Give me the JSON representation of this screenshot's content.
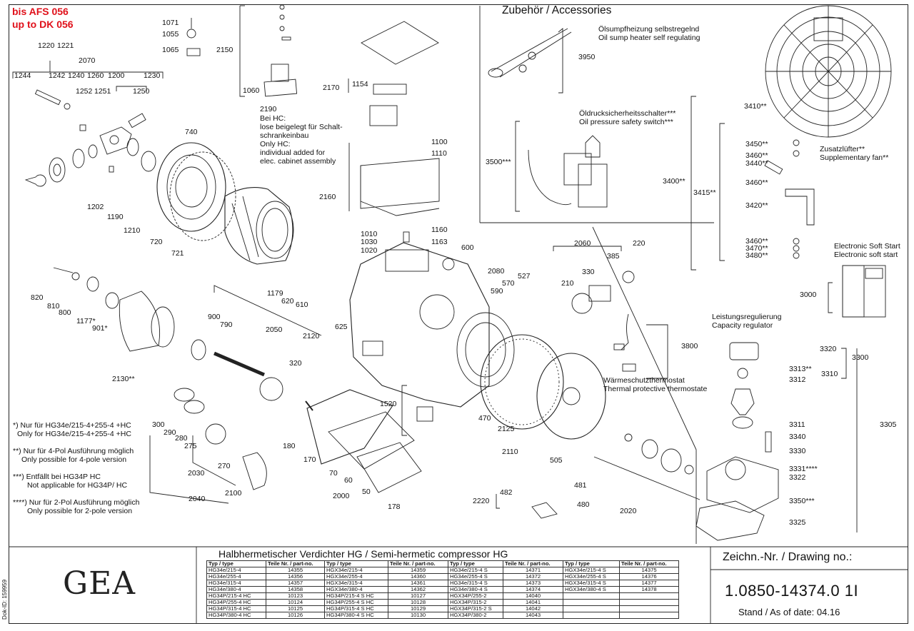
{
  "header": {
    "model_line1": "bis AFS 056",
    "model_line2": "up to DK 056",
    "accessories_title": "Zubehör / Accessories"
  },
  "colors": {
    "accent_red": "#e0101a",
    "line": "#222222"
  },
  "part_labels": [
    {
      "id": "l1071",
      "text": "1071"
    },
    {
      "id": "l1055",
      "text": "1055"
    },
    {
      "id": "l1065",
      "text": "1065"
    },
    {
      "id": "l2150",
      "text": "2150"
    },
    {
      "id": "l1060",
      "text": "1060"
    },
    {
      "id": "l2170",
      "text": "2170"
    },
    {
      "id": "l1154",
      "text": "1154"
    },
    {
      "id": "l2190",
      "text": "2190"
    },
    {
      "id": "l1100",
      "text": "1100"
    },
    {
      "id": "l1110",
      "text": "1110"
    },
    {
      "id": "l2160",
      "text": "2160"
    },
    {
      "id": "l1220",
      "text": "1220"
    },
    {
      "id": "l1221",
      "text": "1221"
    },
    {
      "id": "l2070",
      "text": "2070"
    },
    {
      "id": "l1244",
      "text": "1244"
    },
    {
      "id": "l1242",
      "text": "1242"
    },
    {
      "id": "l1240",
      "text": "1240"
    },
    {
      "id": "l1260",
      "text": "1260"
    },
    {
      "id": "l1200",
      "text": "1200"
    },
    {
      "id": "l1230",
      "text": "1230"
    },
    {
      "id": "l1252",
      "text": "1252"
    },
    {
      "id": "l1251",
      "text": "1251"
    },
    {
      "id": "l1250",
      "text": "1250"
    },
    {
      "id": "l740",
      "text": "740"
    },
    {
      "id": "l1202",
      "text": "1202"
    },
    {
      "id": "l1190",
      "text": "1190"
    },
    {
      "id": "l1210",
      "text": "1210"
    },
    {
      "id": "l720",
      "text": "720"
    },
    {
      "id": "l721",
      "text": "721"
    },
    {
      "id": "l1010",
      "text": "1010"
    },
    {
      "id": "l1030",
      "text": "1030"
    },
    {
      "id": "l1020",
      "text": "1020"
    },
    {
      "id": "l1160",
      "text": "1160"
    },
    {
      "id": "l1163",
      "text": "1163"
    },
    {
      "id": "l600",
      "text": "600"
    },
    {
      "id": "l820",
      "text": "820"
    },
    {
      "id": "l810",
      "text": "810"
    },
    {
      "id": "l800",
      "text": "800"
    },
    {
      "id": "l1177",
      "text": "1177*"
    },
    {
      "id": "l901",
      "text": "901*"
    },
    {
      "id": "l1179",
      "text": "1179"
    },
    {
      "id": "l620",
      "text": "620"
    },
    {
      "id": "l610",
      "text": "610"
    },
    {
      "id": "l2120",
      "text": "2120"
    },
    {
      "id": "l625",
      "text": "625"
    },
    {
      "id": "l900",
      "text": "900"
    },
    {
      "id": "l790",
      "text": "790"
    },
    {
      "id": "l2050",
      "text": "2050"
    },
    {
      "id": "l320",
      "text": "320"
    },
    {
      "id": "l2130",
      "text": "2130**"
    },
    {
      "id": "l2080",
      "text": "2080"
    },
    {
      "id": "l570",
      "text": "570"
    },
    {
      "id": "l527",
      "text": "527"
    },
    {
      "id": "l590",
      "text": "590"
    },
    {
      "id": "l2060",
      "text": "2060"
    },
    {
      "id": "l220",
      "text": "220"
    },
    {
      "id": "l385",
      "text": "385"
    },
    {
      "id": "l330",
      "text": "330"
    },
    {
      "id": "l210",
      "text": "210"
    },
    {
      "id": "l300",
      "text": "300"
    },
    {
      "id": "l290",
      "text": "290"
    },
    {
      "id": "l280",
      "text": "280"
    },
    {
      "id": "l275",
      "text": "275"
    },
    {
      "id": "l180",
      "text": "180"
    },
    {
      "id": "l170",
      "text": "170"
    },
    {
      "id": "l1520",
      "text": "1520"
    },
    {
      "id": "l470",
      "text": "470"
    },
    {
      "id": "l2125",
      "text": "2125"
    },
    {
      "id": "l2110",
      "text": "2110"
    },
    {
      "id": "l505",
      "text": "505"
    },
    {
      "id": "l2030",
      "text": "2030"
    },
    {
      "id": "l270",
      "text": "270"
    },
    {
      "id": "l70",
      "text": "70"
    },
    {
      "id": "l60",
      "text": "60"
    },
    {
      "id": "l2000",
      "text": "2000"
    },
    {
      "id": "l50",
      "text": "50"
    },
    {
      "id": "l2040",
      "text": "2040"
    },
    {
      "id": "l2100",
      "text": "2100"
    },
    {
      "id": "l178",
      "text": "178"
    },
    {
      "id": "l482",
      "text": "482"
    },
    {
      "id": "l2220",
      "text": "2220"
    },
    {
      "id": "l481",
      "text": "481"
    },
    {
      "id": "l480",
      "text": "480"
    },
    {
      "id": "l2020",
      "text": "2020"
    },
    {
      "id": "l3950",
      "text": "3950"
    },
    {
      "id": "l3500",
      "text": "3500***"
    },
    {
      "id": "l3410",
      "text": "3410**"
    },
    {
      "id": "l3450",
      "text": "3450**"
    },
    {
      "id": "l3460a",
      "text": "3460**"
    },
    {
      "id": "l3440",
      "text": "3440**"
    },
    {
      "id": "l3400",
      "text": "3400**"
    },
    {
      "id": "l3415",
      "text": "3415**"
    },
    {
      "id": "l3460b",
      "text": "3460**"
    },
    {
      "id": "l3420",
      "text": "3420**"
    },
    {
      "id": "l3460c",
      "text": "3460**"
    },
    {
      "id": "l3470",
      "text": "3470**"
    },
    {
      "id": "l3480",
      "text": "3480**"
    },
    {
      "id": "l3000",
      "text": "3000"
    },
    {
      "id": "l3800",
      "text": "3800"
    },
    {
      "id": "l3320",
      "text": "3320"
    },
    {
      "id": "l3300",
      "text": "3300"
    },
    {
      "id": "l3313",
      "text": "3313**"
    },
    {
      "id": "l3310",
      "text": "3310"
    },
    {
      "id": "l3312",
      "text": "3312"
    },
    {
      "id": "l3305",
      "text": "3305"
    },
    {
      "id": "l3311",
      "text": "3311"
    },
    {
      "id": "l3340",
      "text": "3340"
    },
    {
      "id": "l3330",
      "text": "3330"
    },
    {
      "id": "l3331",
      "text": "3331****"
    },
    {
      "id": "l3322",
      "text": "3322"
    },
    {
      "id": "l3350",
      "text": "3350***"
    },
    {
      "id": "l3325",
      "text": "3325"
    }
  ],
  "captions": {
    "hc_line1": "Bei HC:",
    "hc_line2": "lose beigelegt für Schalt-",
    "hc_line3": "schrankeinbau",
    "hc_line4": "Only HC:",
    "hc_line5": "individual added for",
    "hc_line6": "elec. cabinet assembly",
    "heater_de": "Ölsumpfheizung selbstregelnd",
    "heater_en": "Oil sump heater self regulating",
    "oilswitch_de": "Öldrucksicherheitsschalter***",
    "oilswitch_en": "Oil pressure safety switch***",
    "fan_de": "Zusatzlüfter**",
    "fan_en": "Supplementary fan**",
    "softstart_de": "Electronic Soft Start",
    "softstart_en": "Electronic soft start",
    "capacity_de": "Leistungsregulierung",
    "capacity_en": "Capacity regulator",
    "thermo_de": "Wärmeschutzthermostat",
    "thermo_en": "Thermal protective thermostate"
  },
  "footnotes": [
    {
      "de": "*) Nur für HG34e/215-4+255-4 +HC",
      "en": "Only for HG34e/215-4+255-4 +HC"
    },
    {
      "de": "**) Nur für 4-Pol Ausführung möglich",
      "en": "Only possible for 4-pole version"
    },
    {
      "de": "***) Entfällt bei HG34P HC",
      "en": "Not applicable for HG34P/ HC"
    },
    {
      "de": "****) Nur für 2-Pol Ausführung möglich",
      "en": "Only possible for 2-pole version"
    }
  ],
  "title_block": {
    "doc_id": "Dok-ID: 159959",
    "logo": "GEA",
    "table_title": "Halbhermetischer Verdichter HG / Semi-hermetic compressor HG",
    "drawing_label": "Zeichn.-Nr. / Drawing no.:",
    "drawing_number": "1.0850-14374.0 1I",
    "date_label": "Stand / As of date: 04.16",
    "table_headers": [
      "Typ / type",
      "Teile Nr. / part-no.",
      "Typ / type",
      "Teile Nr. / part-no.",
      "Typ / type",
      "Teile Nr. / part-no.",
      "Typ / type",
      "Teile Nr. / part-no."
    ],
    "table_rows": [
      [
        "HG34e/215-4",
        "14355",
        "HGX34e/215-4",
        "14359",
        "HG34e/215-4 S",
        "14371",
        "HGX34e/215-4 S",
        "14375"
      ],
      [
        "HG34e/255-4",
        "14356",
        "HGX34e/255-4",
        "14360",
        "HG34e/255-4 S",
        "14372",
        "HGX34e/255-4 S",
        "14376"
      ],
      [
        "HG34e/315-4",
        "14357",
        "HGX34e/315-4",
        "14361",
        "HG34e/315-4 S",
        "14373",
        "HGX34e/315-4 S",
        "14377"
      ],
      [
        "HG34e/380-4",
        "14358",
        "HGX34e/380-4",
        "14362",
        "HG34e/380-4 S",
        "14374",
        "HGX34e/380-4 S",
        "14378"
      ],
      [
        "HG34P/215-4 HC",
        "10123",
        "HG34P/215-4 S HC",
        "10127",
        "HGX34P/255-2",
        "14040",
        "",
        ""
      ],
      [
        "HG34P/255-4 HC",
        "10124",
        "HG34P/255-4 S HC",
        "10128",
        "HGX34P/315-2",
        "14041",
        "",
        ""
      ],
      [
        "HG34P/315-4 HC",
        "10125",
        "HG34P/315-4 S HC",
        "10129",
        "HGX34P/315-2 S",
        "14042",
        "",
        ""
      ],
      [
        "HG34P/380-4 HC",
        "10126",
        "HG34P/380-4 S HC",
        "10130",
        "HGX34P/380-2",
        "14043",
        "",
        ""
      ]
    ]
  }
}
